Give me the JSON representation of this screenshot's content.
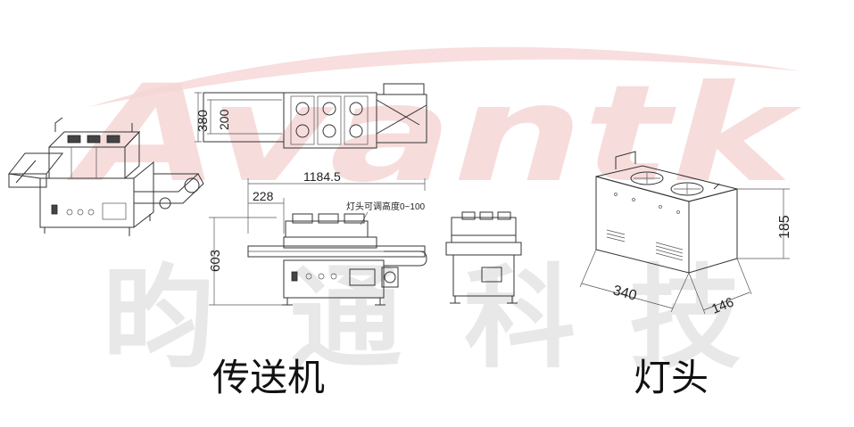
{
  "watermark": {
    "brand": "Avantk",
    "chinese": [
      "昀",
      "通",
      "科",
      "技"
    ],
    "colors": {
      "brand_red": "#f4c9c9",
      "brand_blue": "#c9dcef",
      "cjk_gray": "#e6e6e6"
    }
  },
  "drawings": {
    "top_view": {
      "dim_height": "380",
      "dim_inner": "200"
    },
    "front_view": {
      "dim_length": "1184.5",
      "dim_offset": "228",
      "dim_height": "603",
      "annotation": "灯头可调高度0~100"
    }
  },
  "lamp": {
    "dim_height": "185",
    "dim_length": "340",
    "dim_width": "146"
  },
  "captions": {
    "conveyor": "传送机",
    "lamp_head": "灯头"
  }
}
